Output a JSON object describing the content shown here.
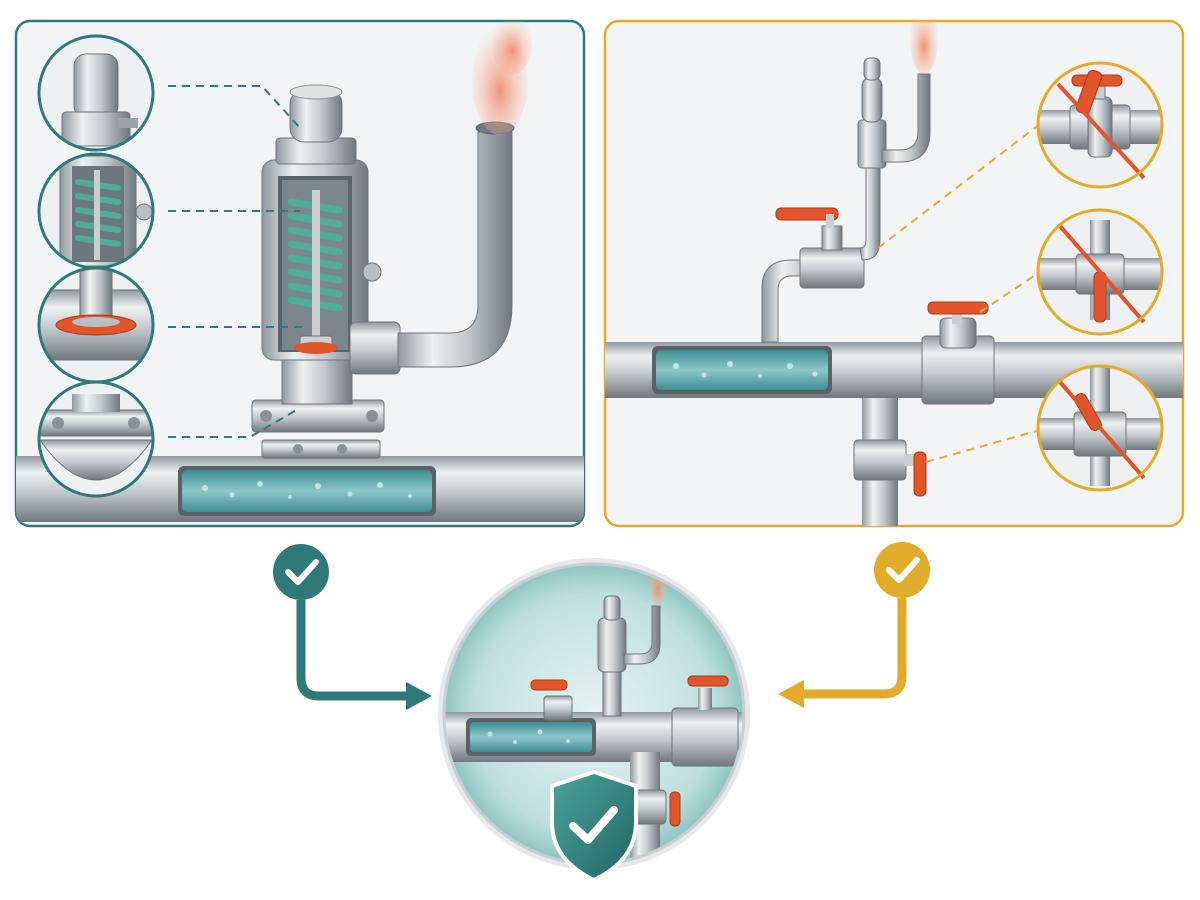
{
  "theme": {
    "teal": "#2f7a78",
    "teal_light": "#4aa39c",
    "amber": "#e2ab2a",
    "orange": "#e2552a",
    "steel_light": "#e9ecee",
    "steel_mid": "#b9c0c5",
    "steel_dark": "#7d868d",
    "fluid": "#6fb3b7",
    "steam": "#f4a58a",
    "panel_bg": "#f5f6f7"
  },
  "icons": {
    "left_check": "check-icon",
    "right_check": "check-icon",
    "shield": "shield-check-icon",
    "blocked_valve": "prohibited-icon"
  },
  "panels": {
    "left": {
      "border_color": "#2f7a78",
      "zoom_callouts": 4
    },
    "right": {
      "border_color": "#e2ab2a",
      "zoom_callouts": 3
    }
  },
  "result": {
    "status": "protected"
  }
}
